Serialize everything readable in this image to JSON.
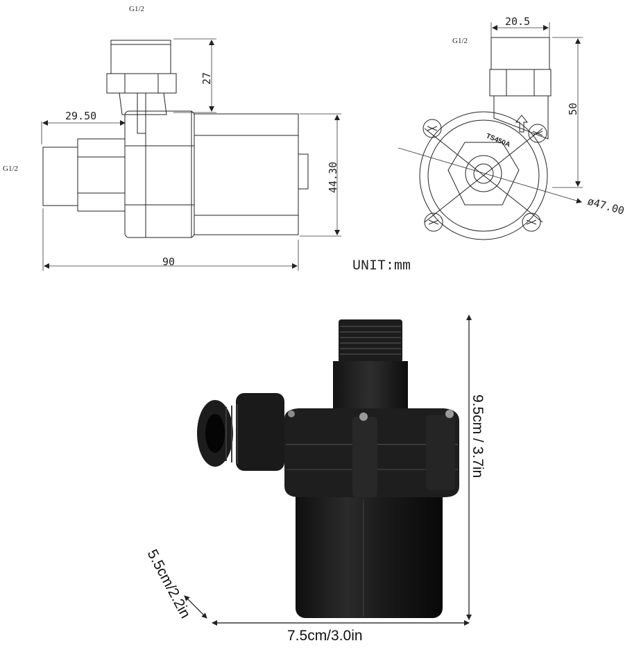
{
  "side_view": {
    "thread_top_label": "G1/2",
    "thread_left_label": "G1/2",
    "dim_outlet_height": "27",
    "dim_inlet_length": "29.50",
    "dim_body_height": "44.30",
    "dim_total_length": "90"
  },
  "end_view": {
    "thread_label": "G1/2",
    "dim_outlet_width": "20.5",
    "dim_total_height": "50",
    "dim_diameter": "ø47.00",
    "model_marking": "TS450A"
  },
  "unit_note": "UNIT:mm",
  "photo": {
    "height_label": "9.5cm / 3.7in",
    "width_label": "7.5cm/3.0in",
    "depth_label": "5.5cm/2.2in",
    "colors": {
      "body": "#1b1b1b",
      "highlight": "#3a3a3a"
    }
  }
}
